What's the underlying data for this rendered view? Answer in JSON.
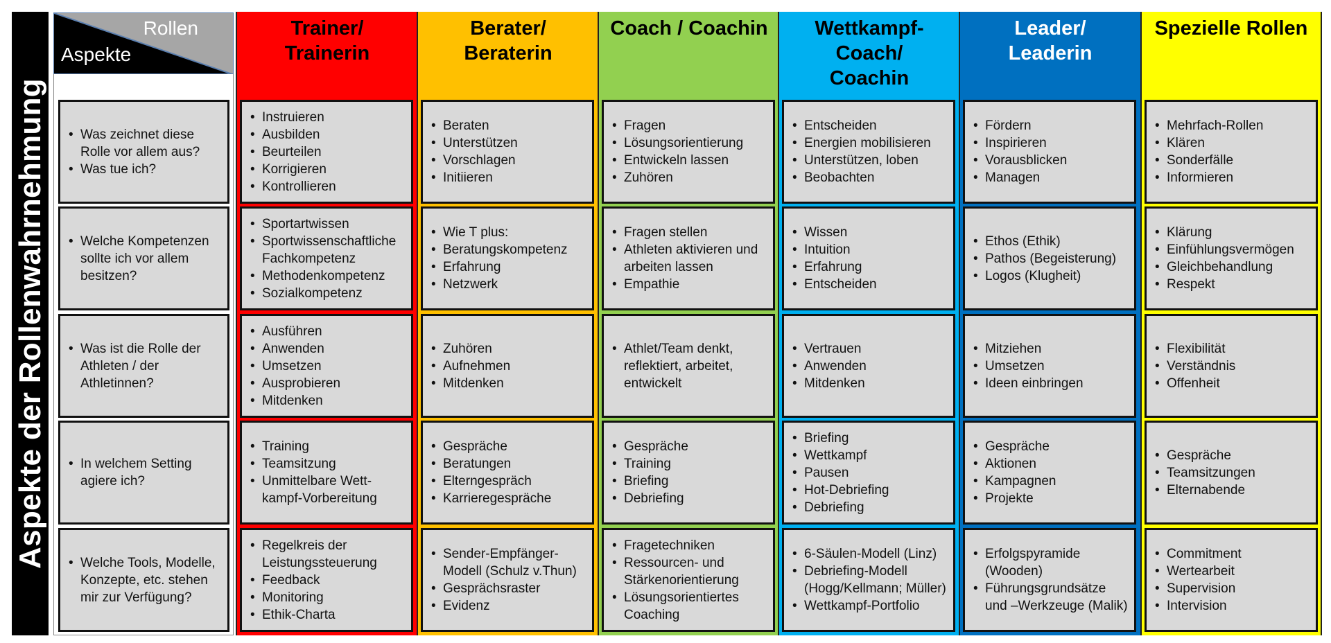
{
  "sidebar_title": "Aspekte der Rollenwahrnehmung",
  "corner": {
    "roles_label": "Rollen",
    "aspects_label": "Aspekte"
  },
  "aspects": [
    [
      "Was zeichnet diese Rolle vor allem aus?",
      "Was tue ich?"
    ],
    [
      "Welche Kompetenzen sollte ich vor allem besitzen?"
    ],
    [
      "Was ist die Rolle der Athleten / der Athletinnen?"
    ],
    [
      "In welchem Setting agiere ich?"
    ],
    [
      "Welche Tools, Modelle, Konzepte, etc. stehen mir zur Verfügung?"
    ]
  ],
  "roles": [
    {
      "title": [
        "Trainer/",
        "Trainerin"
      ],
      "color": "#ff0000",
      "text_color": "#000000",
      "cells": [
        [
          "Instruieren",
          "Ausbilden",
          "Beurteilen",
          "Korrigieren",
          "Kontrollieren"
        ],
        [
          "Sportartwissen",
          "Sportwissenschaftliche Fachkompetenz",
          "Methodenkompetenz",
          "Sozialkompetenz"
        ],
        [
          "Ausführen",
          "Anwenden",
          "Umsetzen",
          "Ausprobieren",
          "Mitdenken"
        ],
        [
          "Training",
          "Teamsitzung",
          "Unmittelbare Wett-kampf-Vorbereitung"
        ],
        [
          "Regelkreis der Leistungssteuerung",
          "Feedback",
          "Monitoring",
          "Ethik-Charta"
        ]
      ]
    },
    {
      "title": [
        "Berater/",
        "Beraterin"
      ],
      "color": "#ffc000",
      "text_color": "#000000",
      "cells": [
        [
          "Beraten",
          "Unterstützen",
          "Vorschlagen",
          "Initiieren"
        ],
        [
          "Wie T plus:",
          "Beratungskompetenz",
          "Erfahrung",
          "Netzwerk"
        ],
        [
          "Zuhören",
          "Aufnehmen",
          "Mitdenken"
        ],
        [
          "Gespräche",
          "Beratungen",
          "Elterngespräch",
          "Karrieregespräche"
        ],
        [
          "Sender-Empfänger-Modell (Schulz v.Thun)",
          "Gesprächsraster",
          "Evidenz"
        ]
      ]
    },
    {
      "title": [
        "Coach / Coachin"
      ],
      "color": "#92d050",
      "text_color": "#000000",
      "cells": [
        [
          "Fragen",
          "Lösungsorientierung",
          "Entwickeln lassen",
          "Zuhören"
        ],
        [
          "Fragen stellen",
          "Athleten aktivieren und arbeiten lassen",
          "Empathie"
        ],
        [
          "Athlet/Team denkt, reflektiert, arbeitet, entwickelt"
        ],
        [
          "Gespräche",
          "Training",
          "Briefing",
          "Debriefing"
        ],
        [
          "Fragetechniken",
          "Ressourcen- und Stärkenorientierung",
          "Lösungsorientiertes Coaching"
        ]
      ]
    },
    {
      "title": [
        "Wettkampf-",
        "Coach/",
        "Coachin"
      ],
      "color": "#00b0f0",
      "text_color": "#000000",
      "cells": [
        [
          "Entscheiden",
          "Energien mobilisieren",
          "Unterstützen, loben",
          "Beobachten"
        ],
        [
          "Wissen",
          "Intuition",
          "Erfahrung",
          "Entscheiden"
        ],
        [
          "Vertrauen",
          "Anwenden",
          "Mitdenken"
        ],
        [
          "Briefing",
          "Wettkampf",
          "Pausen",
          "Hot-Debriefing",
          "Debriefing"
        ],
        [
          "6-Säulen-Modell (Linz)",
          "Debriefing-Modell (Hogg/Kellmann; Müller)",
          "Wettkampf-Portfolio"
        ]
      ]
    },
    {
      "title": [
        "Leader/",
        "Leaderin"
      ],
      "color": "#0070c0",
      "text_color": "#ffffff",
      "cells": [
        [
          "Fördern",
          "Inspirieren",
          "Vorausblicken",
          "Managen"
        ],
        [
          "Ethos (Ethik)",
          "Pathos (Begeisterung)",
          "Logos (Klugheit)"
        ],
        [
          "Mitziehen",
          "Umsetzen",
          "Ideen einbringen"
        ],
        [
          "Gespräche",
          "Aktionen",
          "Kampagnen",
          "Projekte"
        ],
        [
          "Erfolgspyramide (Wooden)",
          "Führungsgrundsätze und –Werkzeuge (Malik)"
        ]
      ]
    },
    {
      "title": [
        "Spezielle Rollen"
      ],
      "color": "#ffff00",
      "text_color": "#000000",
      "cells": [
        [
          "Mehrfach-Rollen",
          "Klären",
          "Sonderfälle",
          "Informieren"
        ],
        [
          "Klärung",
          "Einfühlungsvermögen",
          "Gleichbehandlung",
          "Respekt"
        ],
        [
          "Flexibilität",
          "Verständnis",
          "Offenheit"
        ],
        [
          "Gespräche",
          "Teamsitzungen",
          "Elternabende"
        ],
        [
          "Commitment",
          "Wertearbeit",
          "Supervision",
          "Intervision"
        ]
      ]
    }
  ]
}
